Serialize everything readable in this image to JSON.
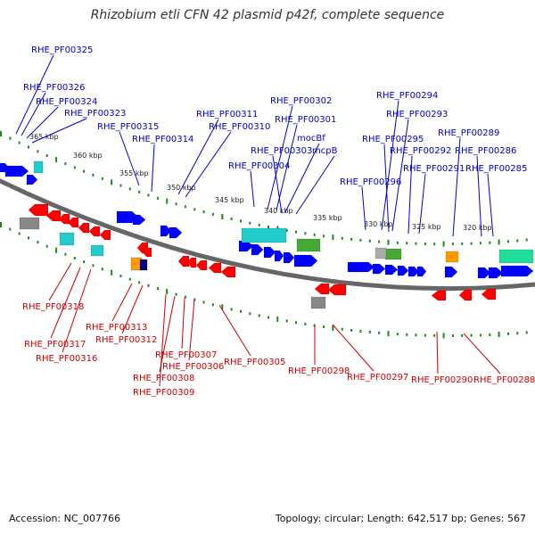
{
  "title": "Rhizobium etli CFN 42 plasmid p42f, complete sequence",
  "footer": {
    "accession": "Accession: NC_007766",
    "stats": "Topology: circular; Length: 642,517 bp; Genes: 567"
  },
  "colors": {
    "forward": "#0000ff",
    "reverse": "#ff0000",
    "cyan": "#22cccc",
    "green": "#44aa33",
    "orange": "#ff9900",
    "gray": "#888888",
    "backbone": "#666666",
    "tick": "#1a8a1a",
    "label_forward": "#0000cc",
    "label_reverse": "#cc0000"
  },
  "scale_labels": [
    "365 kbp",
    "360 kbp",
    "355 kbp",
    "350 kbp",
    "345 kbp",
    "340 kbp",
    "335 kbp",
    "330 kbp",
    "325 kbp",
    "320 kbp"
  ],
  "forward_genes": [
    "RHE_PF00325",
    "RHE_PF00326",
    "RHE_PF00324",
    "RHE_PF00323",
    "RHE_PF00315",
    "RHE_PF00314",
    "RHE_PF00311",
    "RHE_PF00310",
    "RHE_PF00302",
    "RHE_PF00301",
    "mocBf",
    "RHE_PF00303",
    "mcpB",
    "RHE_PF00304",
    "RHE_PF00294",
    "RHE_PF00293",
    "RHE_PF00295",
    "RHE_PF00292",
    "RHE_PF00289",
    "RHE_PF00291",
    "RHE_PF00286",
    "RHE_PF00285",
    "RHE_PF00296"
  ],
  "reverse_genes": [
    "RHE_PF00318",
    "RHE_PF00317",
    "RHE_PF00316",
    "RHE_PF00313",
    "RHE_PF00312",
    "RHE_PF00307",
    "RHE_PF00306",
    "RHE_PF00308",
    "RHE_PF00309",
    "RHE_PF00305",
    "RHE_PF00298",
    "RHE_PF00297",
    "RHE_PF00290",
    "RHE_PF00288"
  ]
}
